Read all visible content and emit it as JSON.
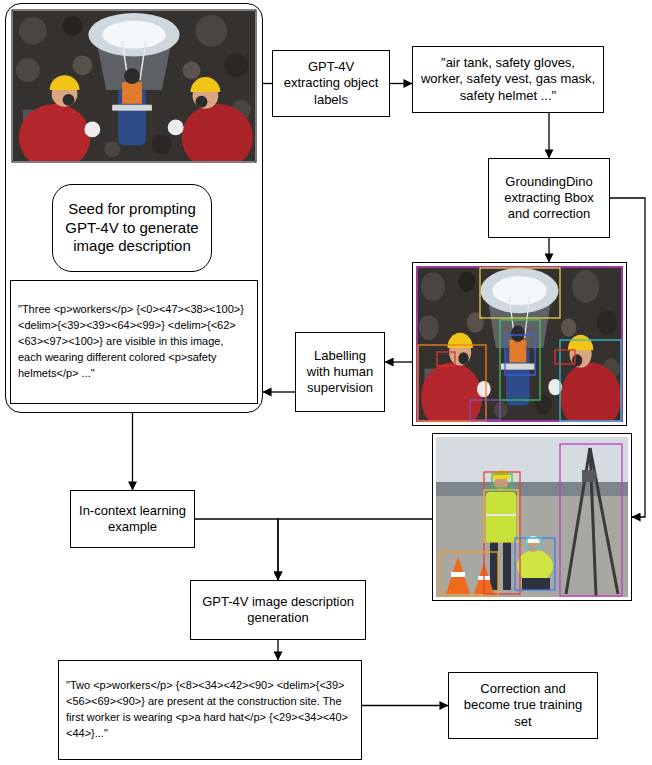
{
  "diagram": {
    "nodes": [
      {
        "text": []
      },
      {
        "text": [
          "GPT-4V extracting object labels"
        ]
      },
      {
        "text": [
          "\"air tank, safety gloves, worker, safety vest, gas mask, safety helmet ...\""
        ]
      },
      {
        "text": [
          "GroundingDino extracting Bbox and correction"
        ]
      },
      {
        "text": [
          "Seed for prompting GPT-4V to generate image description"
        ],
        "in": 0
      },
      {
        "text": []
      },
      {
        "text": [
          "Labelling with human supervision"
        ]
      },
      {
        "text": [
          "\"Three <p>workers</p> {<0><47><38><100>} <delim>{<39><39><64><99>} <delim>{<62><63><97><100>} are visible in this image, each wearing different colored <p>safety helmets</p> ...\""
        ],
        "in": 0
      },
      {
        "text": []
      },
      {
        "text": [
          "In-context learning example"
        ]
      },
      {
        "text": [
          "GPT-4V image description generation"
        ]
      },
      {
        "text": [
          "\"Two <p>workers</p> {<8><34><42><90> <delim>{<39><56><69><90>} are present at the construction site. The first worker is wearing <p>a hard hat</p> {<29><34><40><44>}...\""
        ]
      },
      {
        "text": [
          "Correction and become true training set"
        ]
      }
    ],
    "edges": [
      {
        "from": 0,
        "to": 1,
        "arrow": "none"
      },
      {
        "from": 1,
        "to": 2,
        "arrow": "to"
      },
      {
        "from": 2,
        "to": 3,
        "arrow": "to"
      },
      {
        "from": 3,
        "to": 5,
        "arrow": "to"
      },
      {
        "from": 3,
        "to": 8,
        "arrow": "to"
      },
      {
        "from": 5,
        "to": 6,
        "arrow": "to"
      },
      {
        "from": 6,
        "to": 0,
        "arrow": "to"
      },
      {
        "from": 0,
        "to": 9,
        "arrow": "to"
      },
      {
        "from": 9,
        "to": 10,
        "arrow": "to"
      },
      {
        "from": 8,
        "to": 10,
        "arrow": "to"
      },
      {
        "from": 10,
        "to": 11,
        "arrow": "to"
      },
      {
        "from": 11,
        "to": 12,
        "arrow": "to"
      }
    ]
  }
}
